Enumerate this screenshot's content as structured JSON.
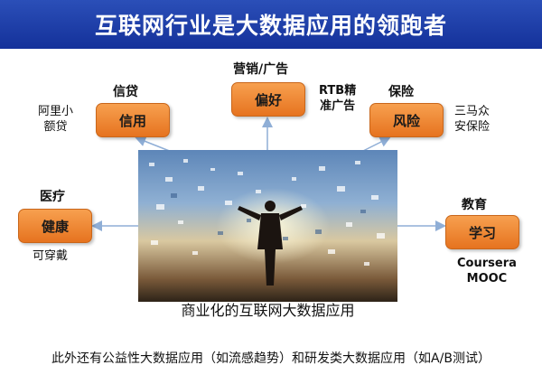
{
  "title": "互联网行业是大数据应用的领跑者",
  "center": {
    "caption": "商业化的互联网大数据应用"
  },
  "nodes": {
    "credit": {
      "category": "信贷",
      "label": "信用",
      "note_lines": [
        "阿里小",
        "额贷"
      ]
    },
    "marketing": {
      "category": "营销/广告",
      "label": "偏好",
      "note_lines": [
        "RTB精",
        "准广告"
      ]
    },
    "insurance": {
      "category": "保险",
      "label": "风险",
      "note_lines": [
        "三马众",
        "安保险"
      ]
    },
    "medical": {
      "category": "医疗",
      "label": "健康",
      "note_lines": [
        "可穿戴"
      ]
    },
    "education": {
      "category": "教育",
      "label": "学习",
      "note_lines": [
        "Coursera",
        "MOOC"
      ]
    }
  },
  "footer": "此外还有公益性大数据应用（如流感趋势）和研发类大数据应用（如A/B测试）",
  "colors": {
    "title_bar": "#14319a",
    "node_fill": "#e6731f",
    "arrow": "#8faed6"
  }
}
